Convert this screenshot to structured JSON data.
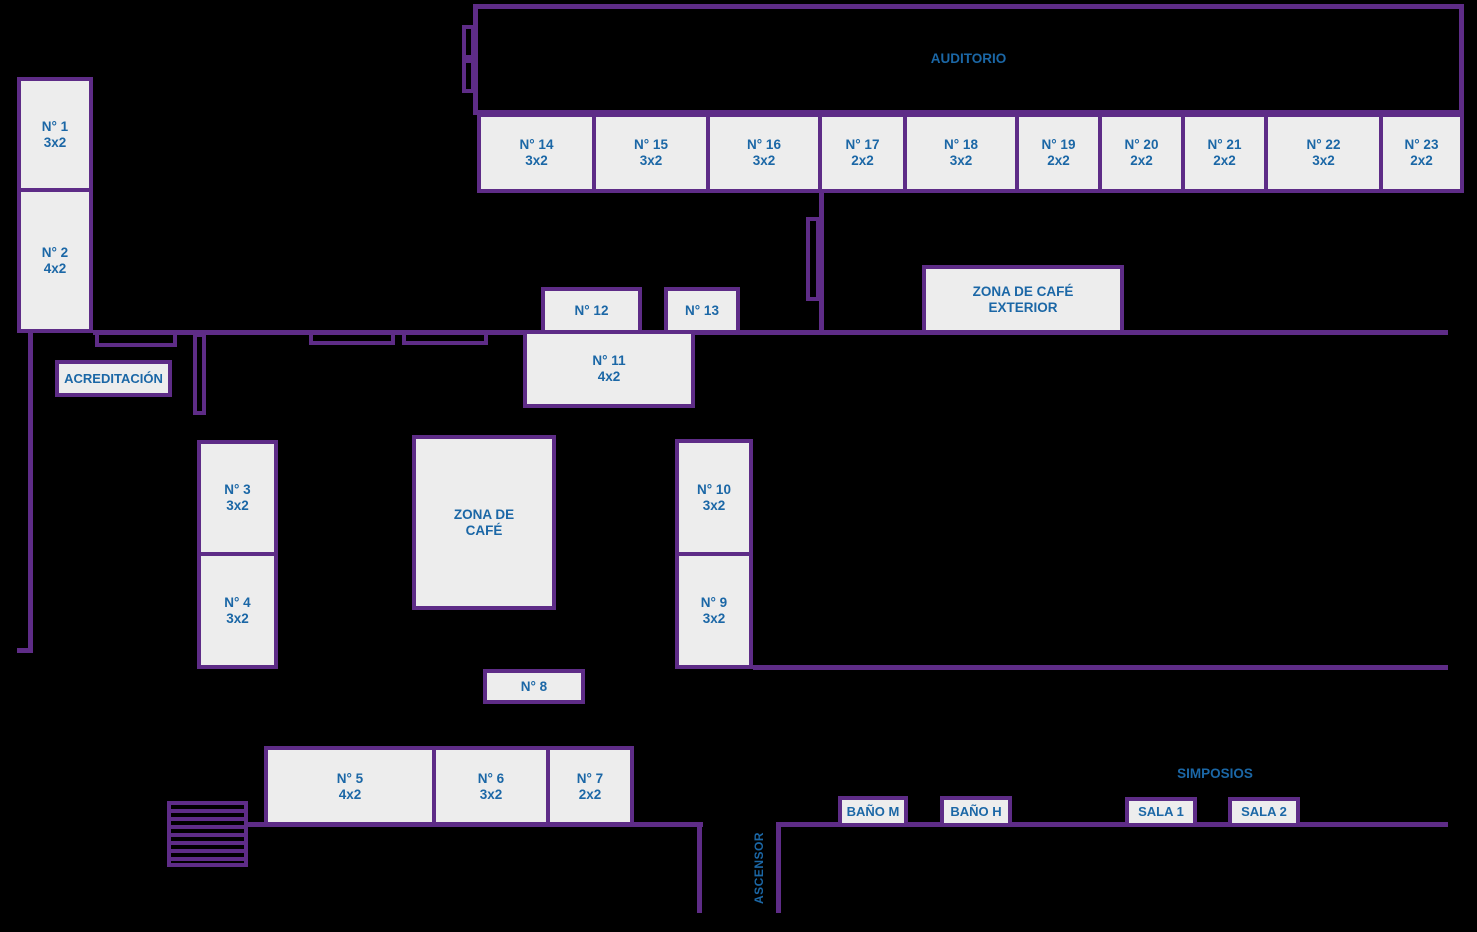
{
  "colors": {
    "background": "#000000",
    "wall": "#5e2c87",
    "room-fill": "#ededed",
    "label": "#1b67a6"
  },
  "rooms": {
    "auditorio": {
      "label": "AUDITORIO"
    },
    "acreditacion": {
      "label": "ACREDITACIÓN"
    },
    "zona_cafe": {
      "line1": "ZONA DE",
      "line2": "CAFÉ"
    },
    "zona_cafe_exterior": {
      "line1": "ZONA DE CAFÉ",
      "line2": "EXTERIOR"
    },
    "ascensor": {
      "label": "ASCENSOR"
    },
    "bano_m": {
      "label": "BAÑO M"
    },
    "bano_h": {
      "label": "BAÑO H"
    },
    "simposios": {
      "label": "SIMPOSIOS"
    },
    "sala_1": {
      "label": "SALA 1"
    },
    "sala_2": {
      "label": "SALA 2"
    }
  },
  "booths": [
    {
      "number": "N° 1",
      "size": "3x2"
    },
    {
      "number": "N° 2",
      "size": "4x2"
    },
    {
      "number": "N° 3",
      "size": "3x2"
    },
    {
      "number": "N° 4",
      "size": "3x2"
    },
    {
      "number": "N° 5",
      "size": "4x2"
    },
    {
      "number": "N° 6",
      "size": "3x2"
    },
    {
      "number": "N° 7",
      "size": "2x2"
    },
    {
      "number": "N° 8",
      "size": ""
    },
    {
      "number": "N° 9",
      "size": "3x2"
    },
    {
      "number": "N° 10",
      "size": "3x2"
    },
    {
      "number": "N° 11",
      "size": "4x2"
    },
    {
      "number": "N° 12",
      "size": ""
    },
    {
      "number": "N° 13",
      "size": ""
    },
    {
      "number": "N° 14",
      "size": "3x2"
    },
    {
      "number": "N° 15",
      "size": "3x2"
    },
    {
      "number": "N° 16",
      "size": "3x2"
    },
    {
      "number": "N° 17",
      "size": "2x2"
    },
    {
      "number": "N° 18",
      "size": "3x2"
    },
    {
      "number": "N° 19",
      "size": "2x2"
    },
    {
      "number": "N° 20",
      "size": "2x2"
    },
    {
      "number": "N° 21",
      "size": "2x2"
    },
    {
      "number": "N° 22",
      "size": "3x2"
    },
    {
      "number": "N° 23",
      "size": "2x2"
    }
  ]
}
